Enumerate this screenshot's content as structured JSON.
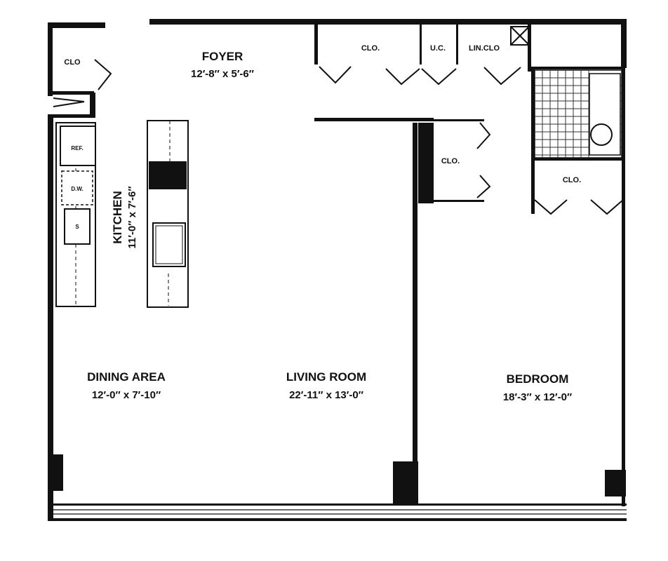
{
  "rooms": {
    "foyer": {
      "name": "FOYER",
      "dims": "12′-8″ x 5′-6″"
    },
    "kitchen": {
      "name": "KITCHEN",
      "dims": "11′-0″ x 7′-6″"
    },
    "dining": {
      "name": "DINING AREA",
      "dims": "12′-0″ x 7′-10″"
    },
    "living": {
      "name": "LIVING ROOM",
      "dims": "22′-11″ x 13′-0″"
    },
    "bedroom": {
      "name": "BEDROOM",
      "dims": "18′-3″ x 12′-0″"
    }
  },
  "closets": {
    "entry": "CLO",
    "foyer": "CLO.",
    "utility": "U.C.",
    "linen": "LIN.CLO",
    "hall": "CLO.",
    "bedroom": "CLO."
  },
  "appliances": {
    "refrigerator": "REF.",
    "dishwasher": "D.W.",
    "sink": "S"
  }
}
